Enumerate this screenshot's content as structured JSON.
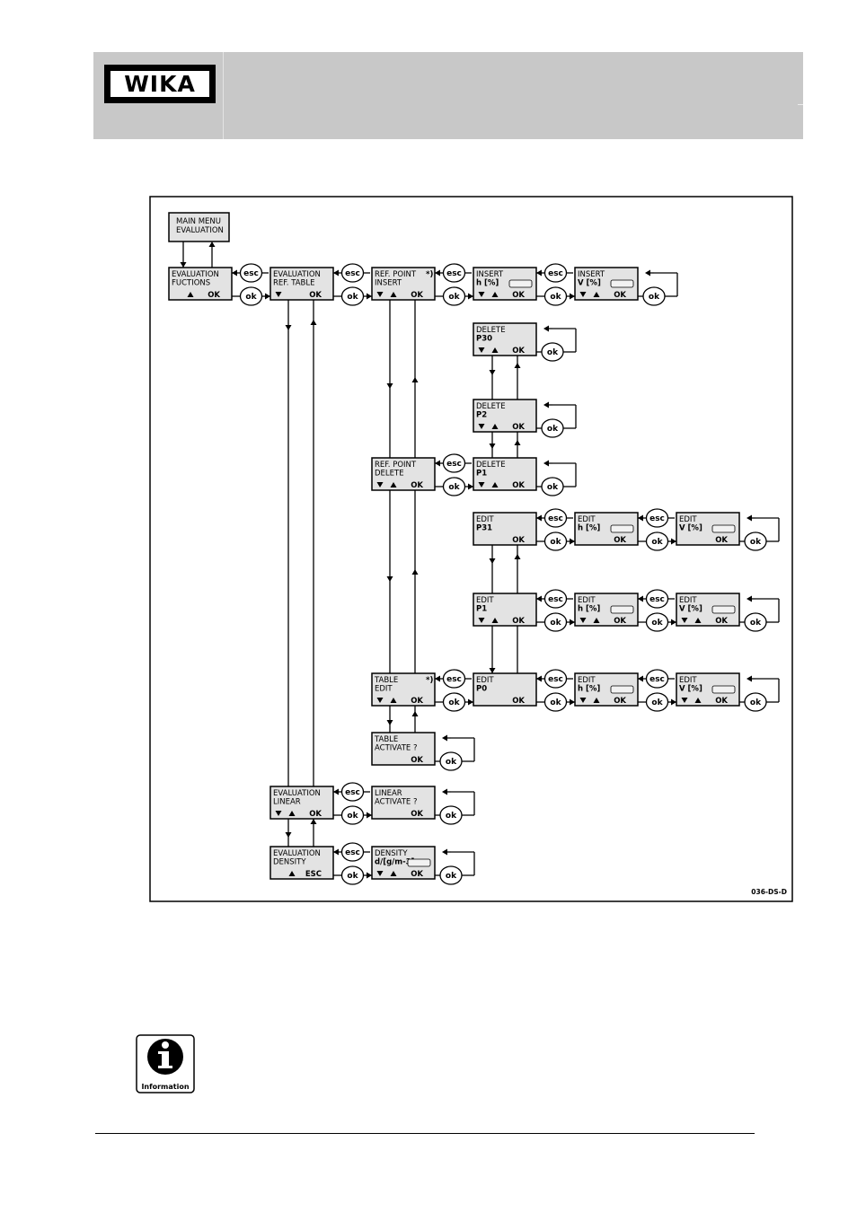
{
  "header": {
    "logo_text": "WIKA"
  },
  "diagram": {
    "figure_id": "036-DS-D",
    "main_menu": [
      "MAIN MENU",
      "EVALUATION"
    ],
    "esc_label": "esc",
    "ok_label": "ok",
    "boxes": {
      "eval_functions": {
        "lines": [
          "EVALUATION",
          "FUCTIONS"
        ],
        "keys": [
          "up"
        ],
        "action": "OK"
      },
      "eval_ref_table": {
        "lines": [
          "EVALUATION",
          "REF. TABLE"
        ],
        "keys": [
          "down"
        ],
        "action": "OK"
      },
      "ref_point_insert": {
        "lines": [
          "REF. POINT",
          "INSERT"
        ],
        "keys": [
          "down",
          "up"
        ],
        "action": "OK",
        "note": "*)"
      },
      "insert_h": {
        "lines": [
          "INSERT",
          "h [%]"
        ],
        "keys": [
          "down",
          "up"
        ],
        "action": "OK"
      },
      "insert_v": {
        "lines": [
          "INSERT",
          "V [%]"
        ],
        "keys": [
          "down",
          "up"
        ],
        "action": "OK"
      },
      "delete_p30": {
        "lines": [
          "DELETE",
          "P30"
        ],
        "keys": [
          "down",
          "up"
        ],
        "action": "OK"
      },
      "delete_p2": {
        "lines": [
          "DELETE",
          "P2"
        ],
        "keys": [
          "down",
          "up"
        ],
        "action": "OK"
      },
      "ref_point_delete": {
        "lines": [
          "REF. POINT",
          "DELETE"
        ],
        "keys": [
          "down",
          "up"
        ],
        "action": "OK"
      },
      "delete_p1": {
        "lines": [
          "DELETE",
          "P1"
        ],
        "keys": [
          "down",
          "up"
        ],
        "action": "OK"
      },
      "edit_p31": {
        "lines": [
          "EDIT",
          "P31"
        ],
        "keys": [],
        "action": "OK"
      },
      "edit_p31_h": {
        "lines": [
          "EDIT",
          "h [%]"
        ],
        "keys": [],
        "action": "OK"
      },
      "edit_p31_v": {
        "lines": [
          "EDIT",
          "V [%]"
        ],
        "keys": [],
        "action": "OK"
      },
      "edit_p1": {
        "lines": [
          "EDIT",
          "P1"
        ],
        "keys": [
          "down",
          "up"
        ],
        "action": "OK"
      },
      "edit_p1_h": {
        "lines": [
          "EDIT",
          "h [%]"
        ],
        "keys": [
          "down",
          "up"
        ],
        "action": "OK"
      },
      "edit_p1_v": {
        "lines": [
          "EDIT",
          "V [%]"
        ],
        "keys": [
          "down",
          "up"
        ],
        "action": "OK"
      },
      "table_edit": {
        "lines": [
          "TABLE",
          "EDIT"
        ],
        "keys": [
          "down",
          "up"
        ],
        "action": "OK",
        "note": "*)"
      },
      "edit_p0": {
        "lines": [
          "EDIT",
          "P0"
        ],
        "keys": [],
        "action": "OK"
      },
      "edit_p0_h": {
        "lines": [
          "EDIT",
          "h [%]"
        ],
        "keys": [
          "down",
          "up"
        ],
        "action": "OK"
      },
      "edit_p0_v": {
        "lines": [
          "EDIT",
          "V [%]"
        ],
        "keys": [
          "down",
          "up"
        ],
        "action": "OK"
      },
      "table_activate": {
        "lines": [
          "TABLE",
          "ACTIVATE ?"
        ],
        "keys": [],
        "action": "OK"
      },
      "eval_linear": {
        "lines": [
          "EVALUATION",
          "LINEAR"
        ],
        "keys": [
          "down",
          "up"
        ],
        "action": "OK"
      },
      "linear_activate": {
        "lines": [
          "LINEAR",
          "ACTIVATE ?"
        ],
        "keys": [],
        "action": "OK"
      },
      "eval_density": {
        "lines": [
          "EVALUATION",
          "DENSITY"
        ],
        "keys": [
          "up"
        ],
        "action": "ESC"
      },
      "density_value": {
        "lines": [
          "DENSITY",
          "d/[g/m-3]"
        ],
        "keys": [
          "down",
          "up"
        ],
        "action": "OK"
      }
    }
  },
  "info_icon": {
    "label": "Information"
  }
}
